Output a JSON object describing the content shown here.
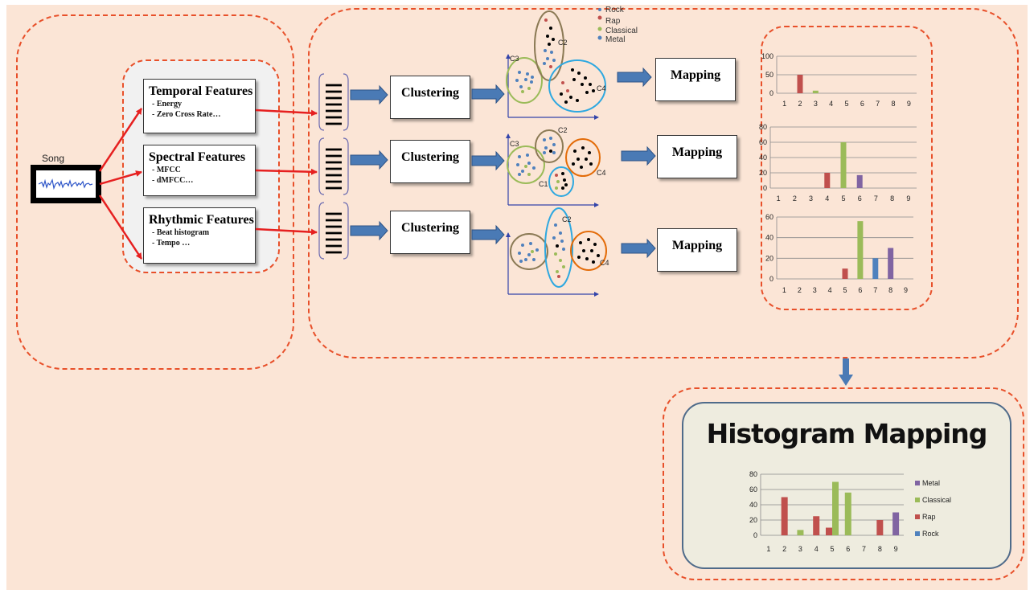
{
  "song": {
    "label": "Song"
  },
  "features": [
    {
      "title": "Temporal Features",
      "items": [
        "- Energy",
        "- Zero Cross Rate…"
      ]
    },
    {
      "title": "Spectral Features",
      "items": [
        "- MFCC",
        "- dMFCC…"
      ]
    },
    {
      "title": "Rhythmic Features",
      "items": [
        "- Beat histogram",
        "- Tempo …"
      ]
    }
  ],
  "clustering_label": "Clustering",
  "mapping_label": "Mapping",
  "cluster_labels": {
    "row1": [
      "C3",
      "C2",
      "C4"
    ],
    "row2": [
      "C3",
      "C2",
      "C4",
      "C1"
    ],
    "row3": [
      "C2",
      "C4"
    ]
  },
  "genre_legend": [
    "Rock",
    "Rap",
    "Classical",
    "Metal"
  ],
  "colors": {
    "rock": "#4f81bd",
    "rap": "#c0504d",
    "classical": "#9bbb59",
    "metal": "#8064a2",
    "dashed": "#e8502a",
    "arrow_red": "#e62020",
    "arrow_blue": "#4a7ab5"
  },
  "histogram_mapping": {
    "title": "Histogram Mapping"
  },
  "chart_data": [
    {
      "type": "bar",
      "categories": [
        "1",
        "2",
        "3",
        "4",
        "5",
        "6",
        "7",
        "8",
        "9"
      ],
      "series": [
        {
          "name": "Rock",
          "values": [
            0,
            0,
            0,
            0,
            0,
            0,
            0,
            0,
            0
          ]
        },
        {
          "name": "Rap",
          "values": [
            0,
            50,
            0,
            0,
            0,
            0,
            0,
            0,
            0
          ]
        },
        {
          "name": "Classical",
          "values": [
            0,
            0,
            7,
            0,
            0,
            0,
            0,
            0,
            0
          ]
        },
        {
          "name": "Metal",
          "values": [
            0,
            0,
            0,
            0,
            0,
            0,
            0,
            0,
            0
          ]
        }
      ],
      "ylim": [
        0,
        100
      ],
      "yticks": [
        0,
        50,
        100
      ]
    },
    {
      "type": "bar",
      "categories": [
        "1",
        "2",
        "3",
        "4",
        "5",
        "6",
        "7",
        "8",
        "9"
      ],
      "series": [
        {
          "name": "Rock",
          "values": [
            0,
            0,
            0,
            0,
            0,
            0,
            0,
            0,
            0
          ]
        },
        {
          "name": "Rap",
          "values": [
            0,
            0,
            0,
            20,
            0,
            0,
            0,
            0,
            0
          ]
        },
        {
          "name": "Classical",
          "values": [
            0,
            0,
            0,
            0,
            60,
            0,
            0,
            0,
            0
          ]
        },
        {
          "name": "Metal",
          "values": [
            0,
            0,
            0,
            0,
            0,
            17,
            0,
            0,
            0
          ]
        }
      ],
      "ylim": [
        0,
        80
      ],
      "yticks": [
        0,
        20,
        40,
        60,
        80
      ]
    },
    {
      "type": "bar",
      "categories": [
        "1",
        "2",
        "3",
        "4",
        "5",
        "6",
        "7",
        "8",
        "9"
      ],
      "series": [
        {
          "name": "Rock",
          "values": [
            0,
            0,
            0,
            0,
            0,
            0,
            20,
            0,
            0
          ]
        },
        {
          "name": "Rap",
          "values": [
            0,
            0,
            0,
            0,
            10,
            0,
            0,
            0,
            0
          ]
        },
        {
          "name": "Classical",
          "values": [
            0,
            0,
            0,
            0,
            0,
            56,
            0,
            0,
            0
          ]
        },
        {
          "name": "Metal",
          "values": [
            0,
            0,
            0,
            0,
            0,
            0,
            0,
            30,
            0
          ]
        }
      ],
      "ylim": [
        0,
        60
      ],
      "yticks": [
        0,
        20,
        40,
        60
      ]
    },
    {
      "type": "bar",
      "categories": [
        "1",
        "2",
        "3",
        "4",
        "5",
        "6",
        "7",
        "8",
        "9"
      ],
      "series": [
        {
          "name": "Rock",
          "values": [
            0,
            0,
            0,
            0,
            0,
            0,
            0,
            0,
            0
          ]
        },
        {
          "name": "Rap",
          "values": [
            0,
            50,
            0,
            25,
            10,
            0,
            0,
            20,
            0
          ]
        },
        {
          "name": "Classical",
          "values": [
            0,
            0,
            7,
            0,
            70,
            56,
            0,
            0,
            0
          ]
        },
        {
          "name": "Metal",
          "values": [
            0,
            0,
            0,
            0,
            0,
            0,
            0,
            0,
            30
          ]
        }
      ],
      "ylim": [
        0,
        80
      ],
      "yticks": [
        0,
        20,
        40,
        60,
        80
      ],
      "legend": [
        "Metal",
        "Classical",
        "Rap",
        "Rock"
      ],
      "legend_position": "right"
    }
  ]
}
